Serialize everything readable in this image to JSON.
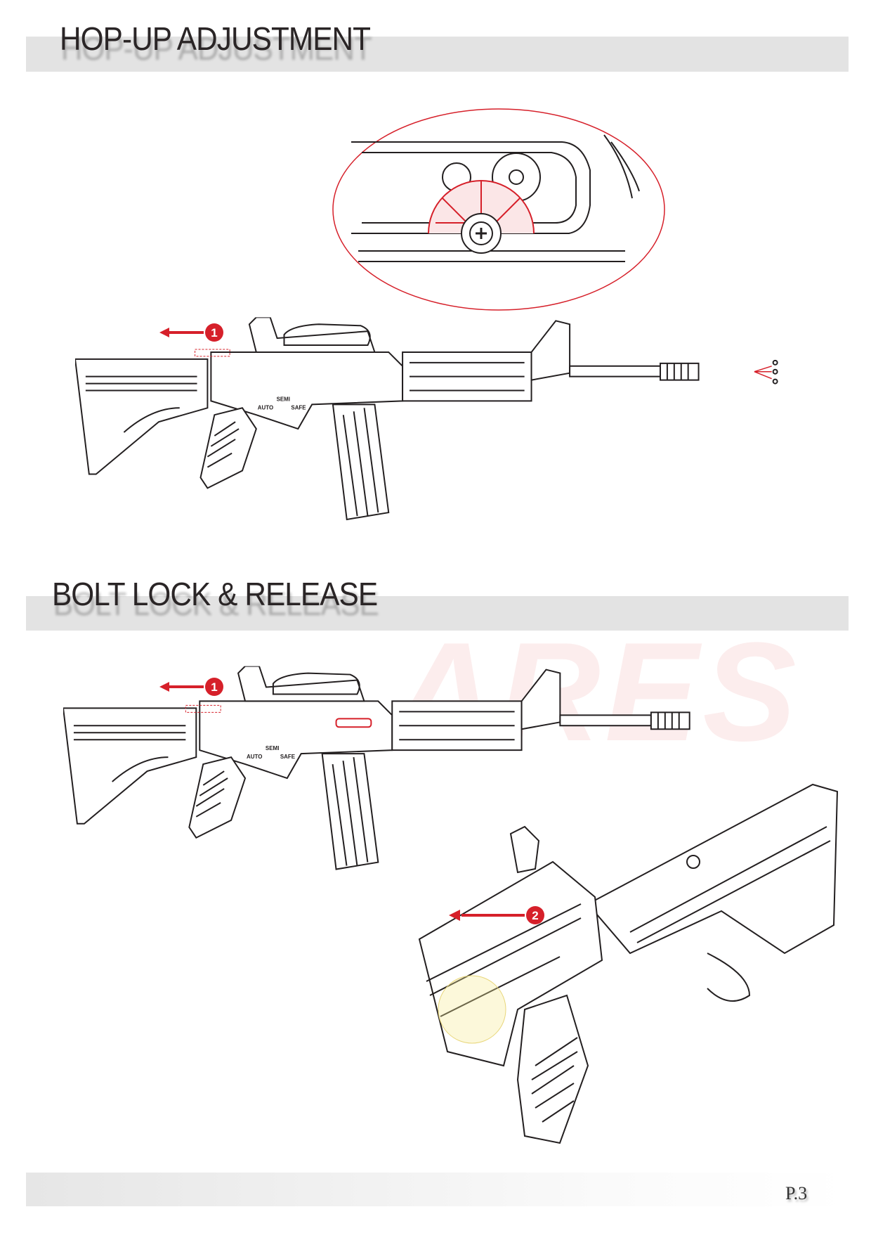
{
  "sections": [
    {
      "title": "HOP-UP ADJUSTMENT"
    },
    {
      "title": "BOLT LOCK & RELEASE"
    }
  ],
  "callouts": {
    "step1": "1",
    "step2": "2"
  },
  "selector": {
    "semi": "SEMI",
    "auto": "AUTO",
    "safe": "SAFE"
  },
  "watermark": "ARES",
  "footer": {
    "page": "P.3"
  },
  "colors": {
    "accent": "#d6202a",
    "bar": "#e3e3e3",
    "text": "#231f20"
  }
}
